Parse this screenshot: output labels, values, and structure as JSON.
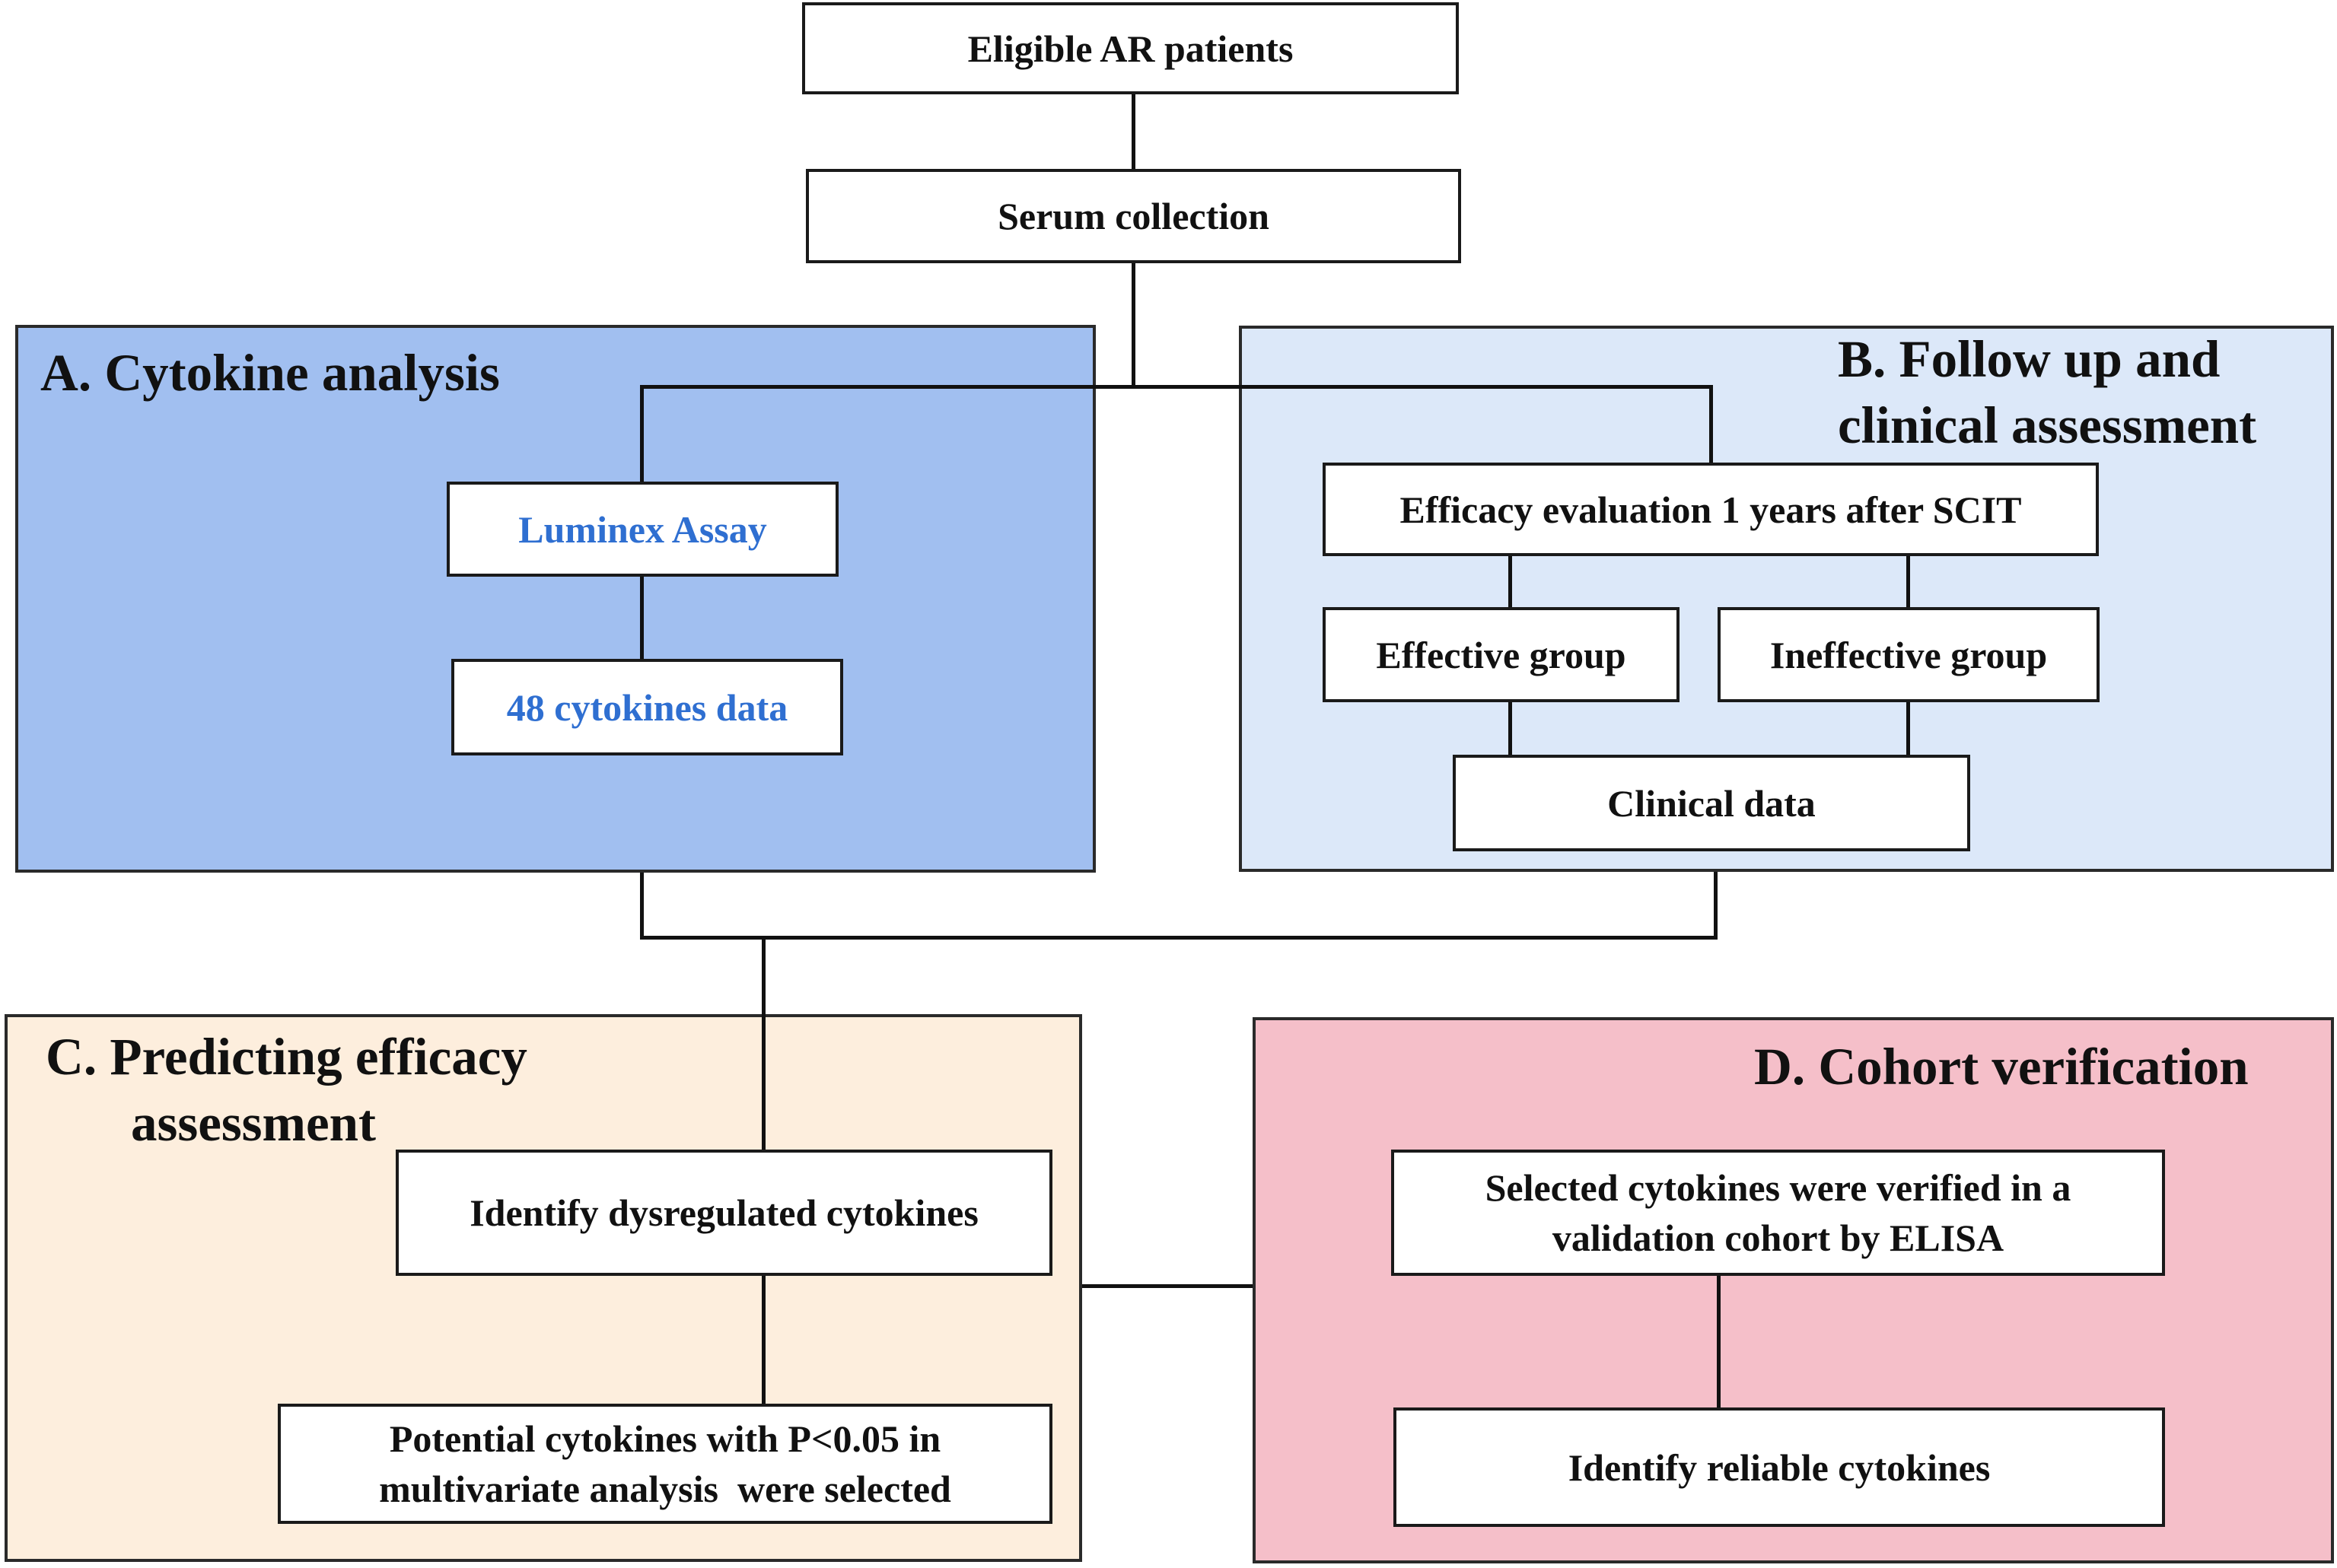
{
  "boxes": {
    "eligible": "Eligible AR patients",
    "serum": "Serum collection",
    "luminex": "Luminex Assay",
    "cytokines48": "48 cytokines data",
    "efficacy_eval": "Efficacy evaluation 1 years after SCIT",
    "effective": "Effective group",
    "ineffective": "Ineffective group",
    "clinical": "Clinical data",
    "identify_dys": "Identify dysregulated cytokines",
    "potential_line1": "Potential cytokines with P<0.05 in",
    "potential_line2": "multivariate analysis  were selected",
    "selected_line1": "Selected cytokines were verified in a",
    "selected_line2": "validation cohort by ELISA",
    "reliable": "Identify reliable cytokines"
  },
  "panels": {
    "a_title": "A. Cytokine analysis",
    "b_title_line1": "B. Follow up and",
    "b_title_line2": "clinical assessment",
    "c_title_line1": "C. Predicting efficacy",
    "c_title_line2": "assessment",
    "d_title": "D. Cohort verification"
  },
  "colors": {
    "panel_a": "#a1bff0",
    "panel_b": "#dce8f9",
    "panel_c": "#fdeedd",
    "panel_d": "#f5bfc9",
    "blue_text": "#2f6fd1"
  }
}
